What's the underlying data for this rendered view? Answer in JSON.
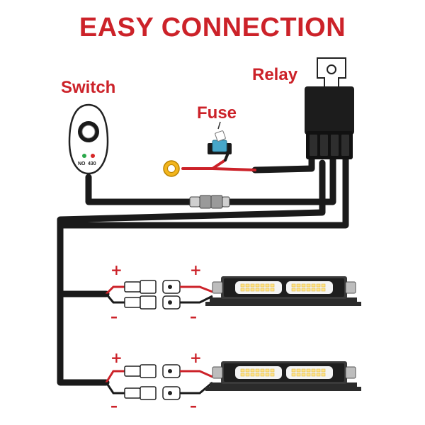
{
  "title": "EASY CONNECTION",
  "labels": {
    "switch": "Switch",
    "fuse": "Fuse",
    "relay": "Relay"
  },
  "switch_text": {
    "left": "NO",
    "right": "430"
  },
  "polarity": {
    "positive": "+",
    "negative": "–"
  },
  "colors": {
    "accent": "#cc2229",
    "wire_black": "#1a1a1a",
    "wire_red": "#cc2229",
    "ring_terminal": "#f2b51d",
    "fuse_body": "#46a6c9",
    "led_glow": "#ffe58a",
    "indicator_green": "#2aa84a",
    "indicator_red": "#d62828"
  }
}
